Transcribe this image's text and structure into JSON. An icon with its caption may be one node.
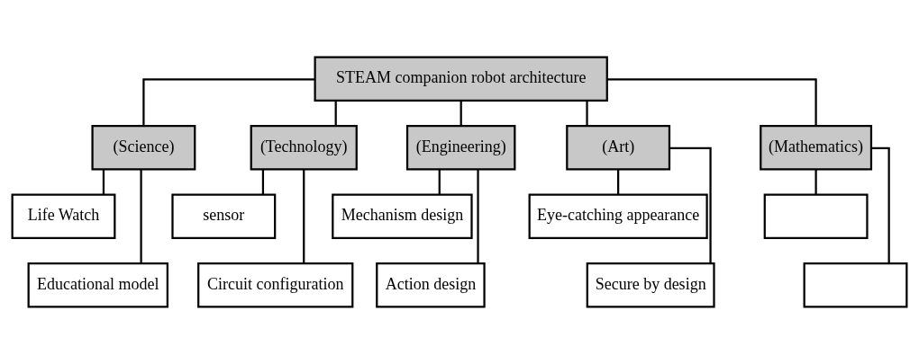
{
  "diagram": {
    "nodes": [
      {
        "text": [
          "STEAM companion robot architecture"
        ]
      },
      {
        "text": [
          "(Science)"
        ]
      },
      {
        "text": [
          "(Technology)"
        ]
      },
      {
        "text": [
          "(Engineering)"
        ]
      },
      {
        "text": [
          "(Art)"
        ]
      },
      {
        "text": [
          "(Mathematics)"
        ]
      },
      {
        "text": [
          "Life Watch"
        ]
      },
      {
        "text": [
          "Educational model"
        ]
      },
      {
        "text": [
          "sensor"
        ]
      },
      {
        "text": [
          "Circuit configuration"
        ]
      },
      {
        "text": [
          "Mechanism design"
        ]
      },
      {
        "text": [
          "Action design"
        ]
      },
      {
        "text": [
          "Eye-catching appearance"
        ]
      },
      {
        "text": [
          "Secure by design"
        ]
      },
      {
        "text": [],
        "shape": "box"
      },
      {
        "text": [],
        "shape": "box"
      }
    ],
    "edges": [
      {
        "from": 0,
        "to": 1,
        "arrow": "none"
      },
      {
        "from": 0,
        "to": 2,
        "arrow": "none"
      },
      {
        "from": 0,
        "to": 3,
        "arrow": "none"
      },
      {
        "from": 0,
        "to": 4,
        "arrow": "none"
      },
      {
        "from": 0,
        "to": 5,
        "arrow": "none"
      },
      {
        "from": 1,
        "to": 6,
        "arrow": "none"
      },
      {
        "from": 1,
        "to": 7,
        "arrow": "none"
      },
      {
        "from": 2,
        "to": 8,
        "arrow": "none"
      },
      {
        "from": 2,
        "to": 9,
        "arrow": "none"
      },
      {
        "from": 3,
        "to": 10,
        "arrow": "none"
      },
      {
        "from": 3,
        "to": 11,
        "arrow": "none"
      },
      {
        "from": 4,
        "to": 12,
        "arrow": "none"
      },
      {
        "from": 4,
        "to": 13,
        "arrow": "none"
      },
      {
        "from": 5,
        "to": 14,
        "arrow": "none"
      },
      {
        "from": 5,
        "to": 15,
        "arrow": "none"
      }
    ]
  }
}
